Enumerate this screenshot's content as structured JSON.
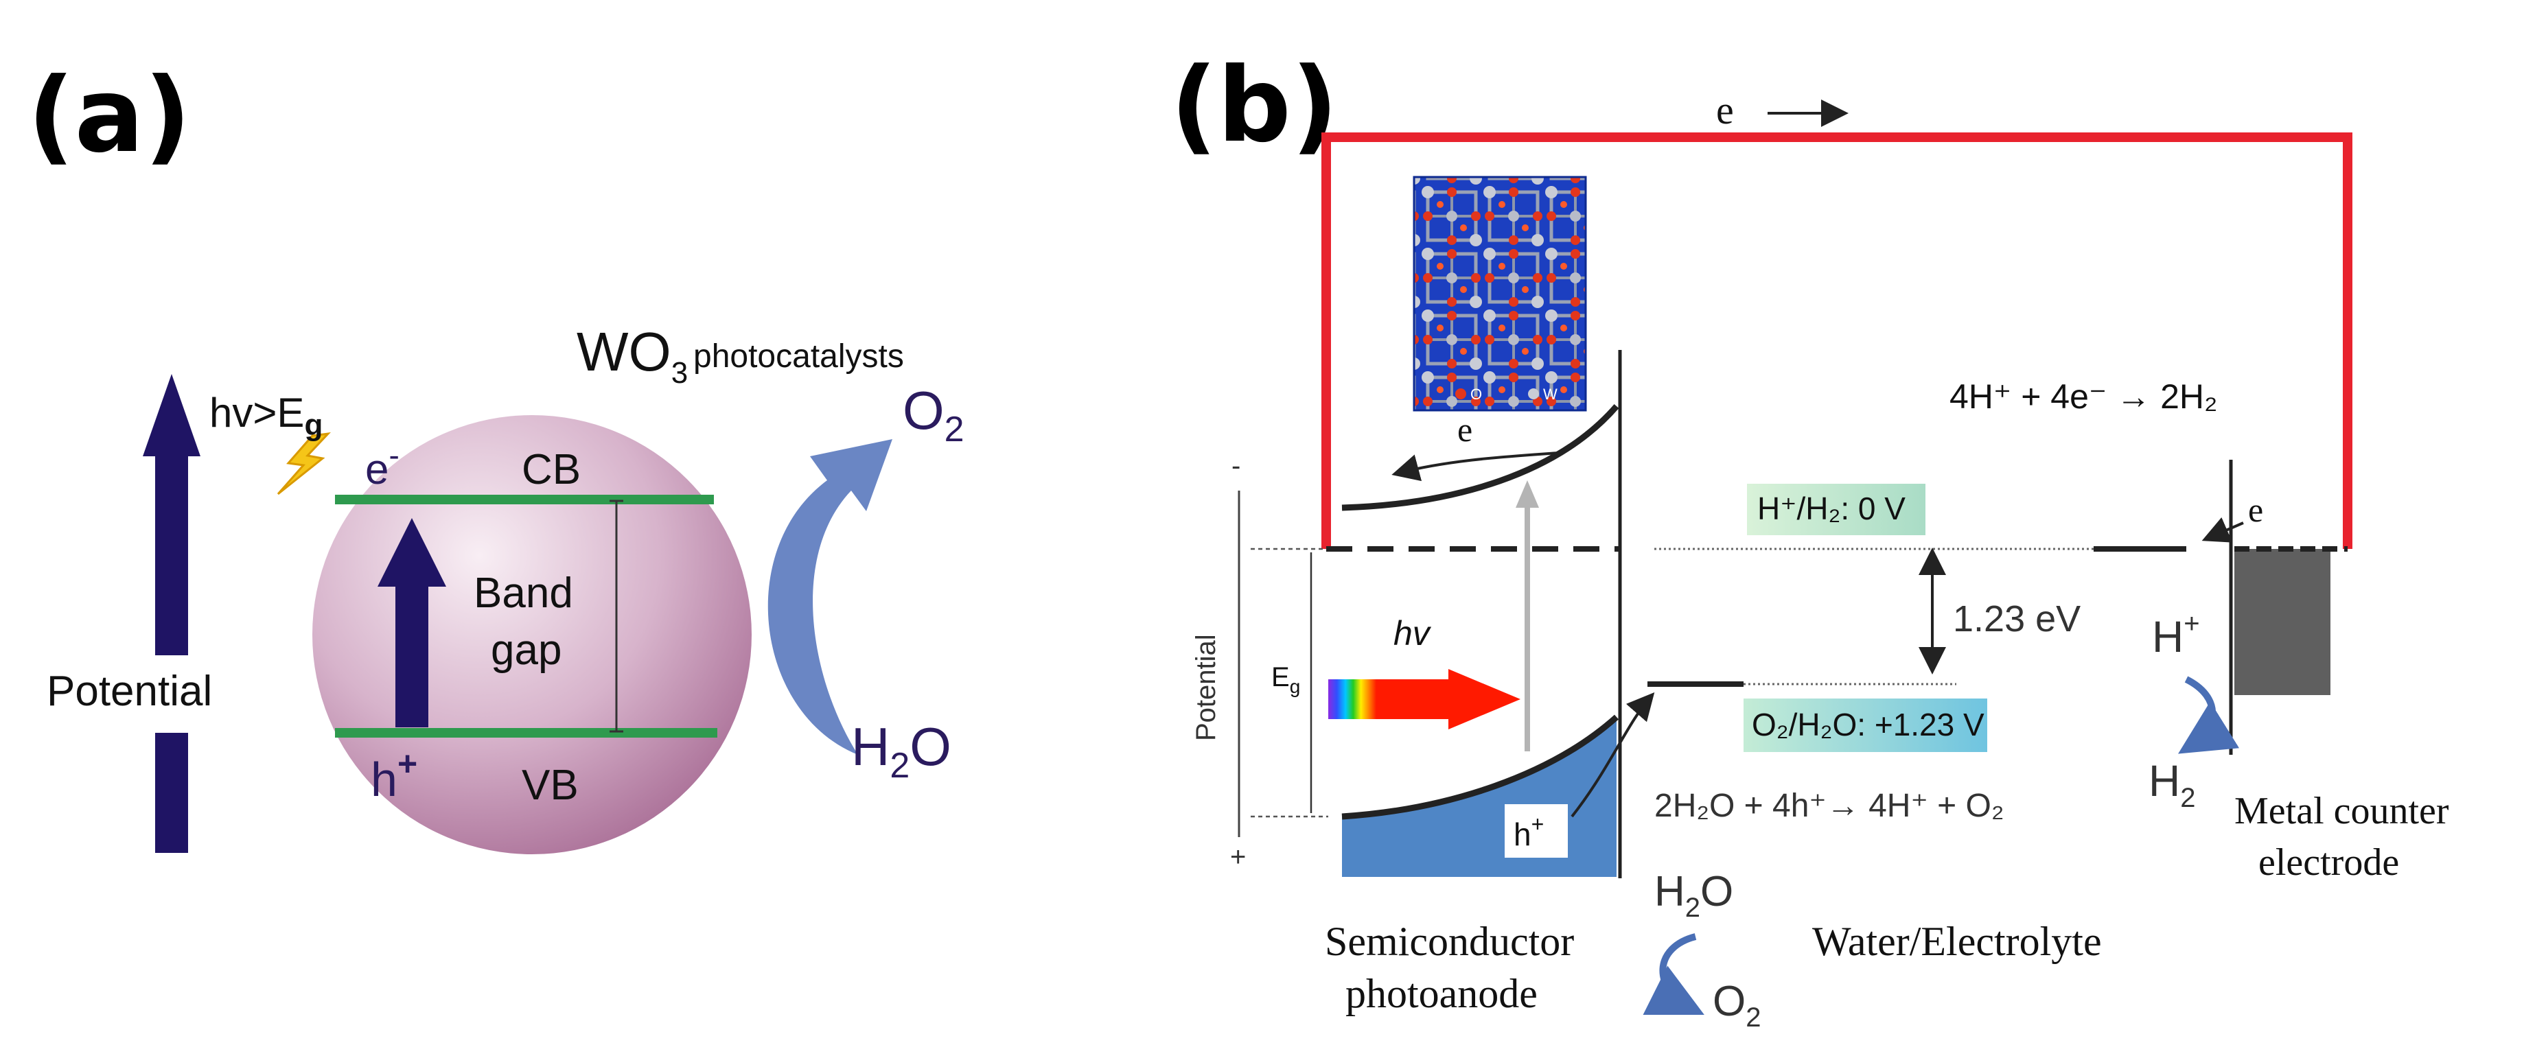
{
  "panel_a": {
    "label": "(a)",
    "potential": "Potential",
    "light": "hv>E",
    "light_sub": "g",
    "material": "WO",
    "material_sub": "3",
    "material_desc": "photocatalysts",
    "cb": "CB",
    "vb": "VB",
    "electron": "e",
    "electron_sup": "-",
    "hole": "h",
    "hole_sup": "+",
    "band_gap_line1": "Band",
    "band_gap_line2": "gap",
    "o2": "O",
    "o2_sub": "2",
    "h2o": "H",
    "h2o_sub": "2",
    "h2o_end": "O",
    "colors": {
      "arrow": "#1f1464",
      "band_line": "#2e9a4e",
      "sphere": "#b97aa6",
      "curve_arrow": "#6a86c4",
      "bolt": "#f5c518"
    }
  },
  "panel_b": {
    "label": "(b)",
    "circuit_electron": "e",
    "potential": "Potential",
    "minus": "-",
    "plus": "+",
    "eg": "E",
    "eg_sub": "g",
    "hv": "hv",
    "electron_sc": "e",
    "hole_sc": "h",
    "hole_sc_sup": "+",
    "crystal_legend_o": "O",
    "crystal_legend_w": "W",
    "h_level": "H⁺/H₂: 0 V",
    "o_level": "O₂/H₂O: +1.23 V",
    "gap_value": "1.23 eV",
    "cathode_reaction": "4H⁺ + 4e⁻ → 2H₂",
    "anode_reaction": "2H₂O + 4h⁺→ 4H⁺ + O₂",
    "electron_metal": "e",
    "metal_h": "H",
    "metal_h_sup": "+",
    "metal_h2": "H",
    "metal_h2_sub": "2",
    "h2o": "H",
    "h2o_sub": "2",
    "h2o_end": "O",
    "o2": "O",
    "o2_sub": "2",
    "photoanode_line1": "Semiconductor",
    "photoanode_line2": "photoanode",
    "electrolyte": "Water/Electrolyte",
    "counter_line1": "Metal counter",
    "counter_line2": "electrode",
    "colors": {
      "circuit": "#e8232e",
      "semiconductor": "#4f86c6",
      "metal": "#5f5f5f",
      "h_box": "#bfe6c8",
      "o_box": "#8fd0e6"
    }
  }
}
